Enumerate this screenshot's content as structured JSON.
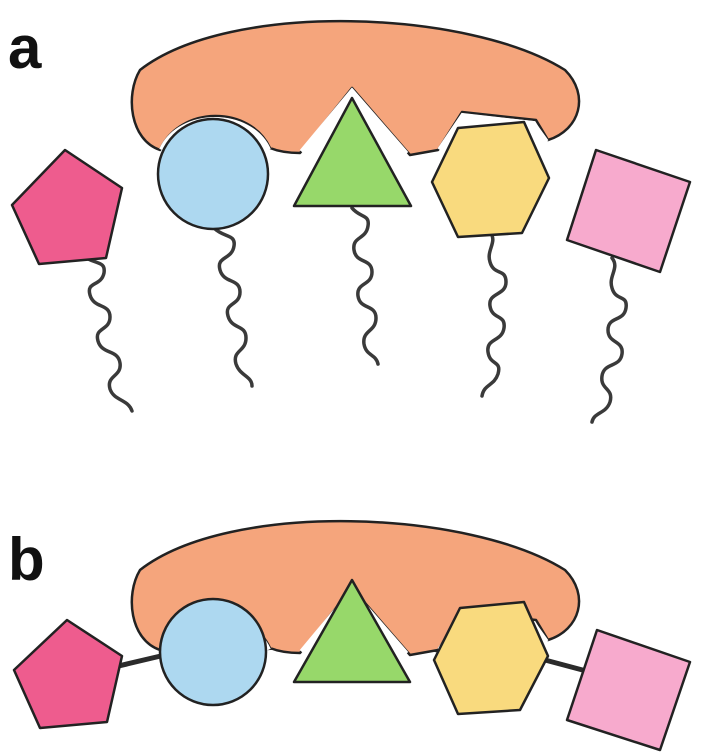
{
  "panels": [
    {
      "id": "a",
      "label": "a"
    },
    {
      "id": "b",
      "label": "b"
    }
  ],
  "colors": {
    "receptor": "#F5A57C",
    "pentagon": "#EE5C8E",
    "circle": "#ADD8F0",
    "triangle": "#97D86A",
    "hexagon": "#F9DA7E",
    "square": "#F7AACD",
    "outline": "#222222",
    "tether": "#3a3a3a"
  },
  "ligands": [
    "pentagon",
    "circle",
    "triangle",
    "hexagon",
    "square"
  ]
}
